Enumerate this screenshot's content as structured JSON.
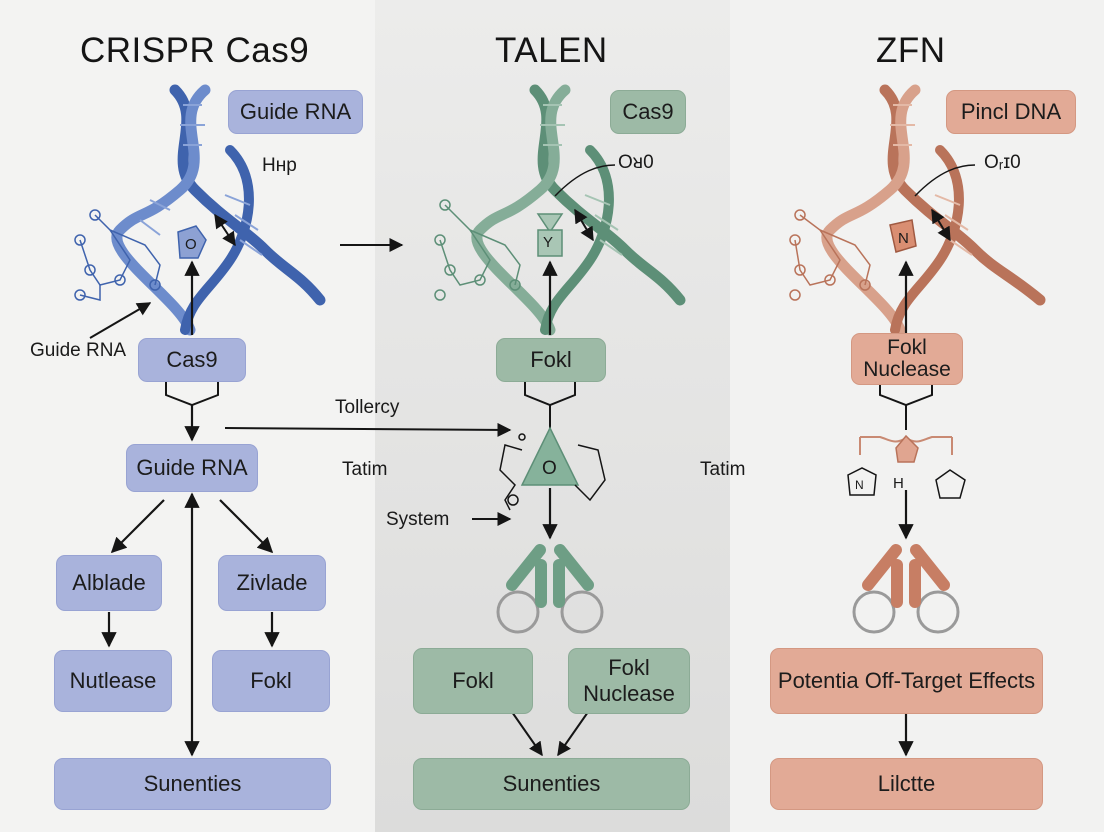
{
  "columns": {
    "crispr": {
      "title": "CRISPR Cas9",
      "guide_rna_top": "Guide RNA",
      "hhp": "Hʜp",
      "hex_letter": "O",
      "guide_rna_arrow_label": "Guide RNA",
      "cas9_box": "Cas9",
      "guide_rna_box": "Guide RNA",
      "left_box1": "Alblade",
      "right_box1": "Zivlade",
      "left_box2": "Nutlease",
      "right_box2": "Fokl",
      "bottom_box": "Sunenties"
    },
    "talen": {
      "title": "TALEN",
      "cas9_top": "Cas9",
      "oro": "Oᴚ0",
      "hex_letter": "Y",
      "fokl_box": "Fokl",
      "center_letter": "O",
      "box_left": "Fokl",
      "box_right": "Fokl Nuclease",
      "bottom_box": "Sunenties"
    },
    "zfn": {
      "title": "ZFN",
      "top_box": "Pincl DNA",
      "oro": "Oᵣɪ0",
      "hex_letter": "N",
      "fokl_box": "Fokl Nuclease",
      "h_label": "H",
      "ring_letter": "N",
      "potential_box": "Potentia Off-Target Effects",
      "bottom_box": "Lilctte"
    }
  },
  "connectors": {
    "tollercy": "Tollercy",
    "tatim_left": "Tatim",
    "tatim_right": "Tatim",
    "system": "System"
  },
  "colors": {
    "crispr": "#3f63ad",
    "talen": "#5d8f77",
    "zfn": "#b9735a"
  }
}
